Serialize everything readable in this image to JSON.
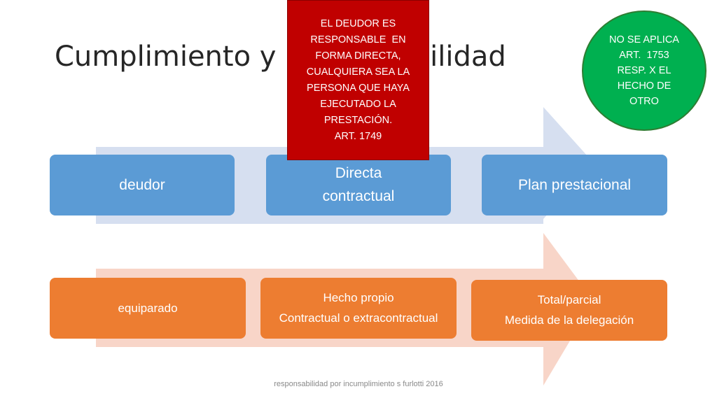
{
  "title": "Cumplimiento y responsabilidad",
  "colors": {
    "blue_box": "#5b9bd5",
    "blue_arrow": "#d6dff0",
    "orange_box": "#ed7d31",
    "orange_arrow": "#f8d5c8",
    "red_note": "#c00000",
    "green_note": "#00b050"
  },
  "top_row": [
    {
      "lines": [
        "deudor"
      ]
    },
    {
      "lines": [
        "Directa",
        "contractual"
      ]
    },
    {
      "lines": [
        "Plan prestacional"
      ]
    }
  ],
  "bottom_row": [
    {
      "lines": [
        "equiparado"
      ]
    },
    {
      "lines": [
        "Hecho propio",
        "Contractual o extracontractual"
      ]
    },
    {
      "lines": [
        "Total/parcial",
        "Medida de la delegación"
      ]
    }
  ],
  "red_note": {
    "lines": [
      "EL DEUDOR ES",
      "RESPONSABLE  EN",
      "FORMA DIRECTA,",
      "CUALQUIERA SEA LA",
      "PERSONA QUE HAYA",
      "EJECUTADO LA",
      "PRESTACIÓN.",
      "ART. 1749"
    ]
  },
  "green_note": {
    "lines": [
      "NO SE APLICA",
      "ART.  1753",
      "RESP. X EL",
      "HECHO DE",
      "OTRO"
    ]
  },
  "footer": "responsabilidad por incumplimiento s furlotti 2016"
}
